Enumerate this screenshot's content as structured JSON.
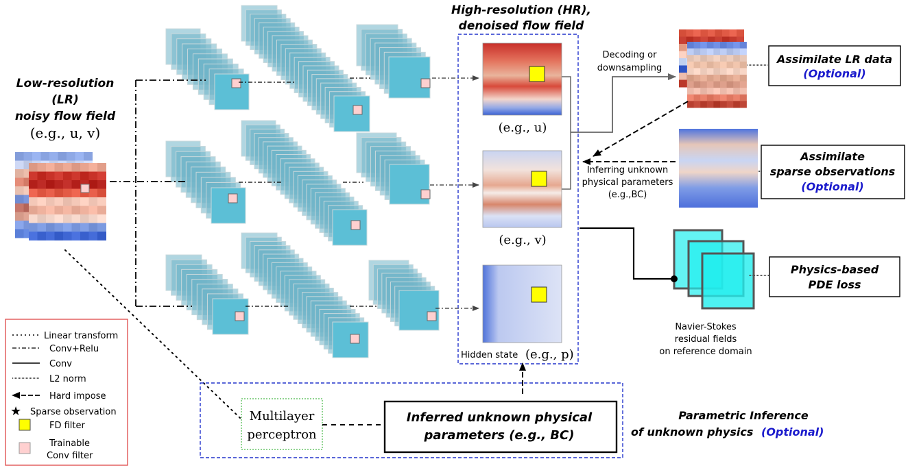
{
  "colors": {
    "red": "#c02a20",
    "blue": "#3a5fcf",
    "cyan": "#55b8d0",
    "fd_filter": "#ffff00",
    "conv_filter": "#ffd0d0",
    "pde_cyan": "#22eeee",
    "optional_blue": "#1a1acc",
    "dashed_box": "#2233cc",
    "legend_border": "#e05555",
    "mlp_border": "#22aa22"
  },
  "lr_field": {
    "line1": "Low-resolution",
    "line2": "(LR)",
    "line3": "noisy flow field",
    "example": "(e.g., u,  v)"
  },
  "hr_field": {
    "title1": "High-resolution (HR),",
    "title2": "denoised flow field",
    "u_label": "(e.g., u)",
    "v_label": "(e.g., v)",
    "hidden_prefix": "Hidden state",
    "p_label": "(e.g., p)"
  },
  "decoding": {
    "line1": "Decoding or",
    "line2": "downsampling"
  },
  "inferring": {
    "line1": "Inferring unknown",
    "line2": "physical parameters",
    "line3": "(e.g.,BC)"
  },
  "assimilate_lr": {
    "title": "Assimilate LR data",
    "optional": "(Optional)"
  },
  "assimilate_sparse": {
    "title1": "Assimilate",
    "title2": "sparse observations",
    "optional": "(Optional)"
  },
  "pde_loss": {
    "line1": "Physics-based",
    "line2": "PDE loss"
  },
  "navier": {
    "line1": "Navier-Stokes",
    "line2": "residual fields",
    "line3": "on reference domain"
  },
  "mlp": {
    "line1": "Multilayer",
    "line2": "perceptron"
  },
  "inferred_box": {
    "line1": "Inferred unknown physical",
    "line2": "parameters (e.g., BC)"
  },
  "parametric": {
    "line1": "Parametric Inference",
    "line2": "of unknown physics",
    "optional": "(Optional)"
  },
  "legend": {
    "linear": "Linear transform",
    "conv_relu": "Conv+Relu",
    "conv": "Conv",
    "l2": "L2 norm",
    "hard": "Hard impose",
    "sparse": "Sparse observation",
    "fd": "FD filter",
    "trainable1": "Trainable",
    "trainable2": "Conv filter"
  },
  "icons": {
    "star": "star-icon",
    "arrow": "arrow-head-icon"
  }
}
